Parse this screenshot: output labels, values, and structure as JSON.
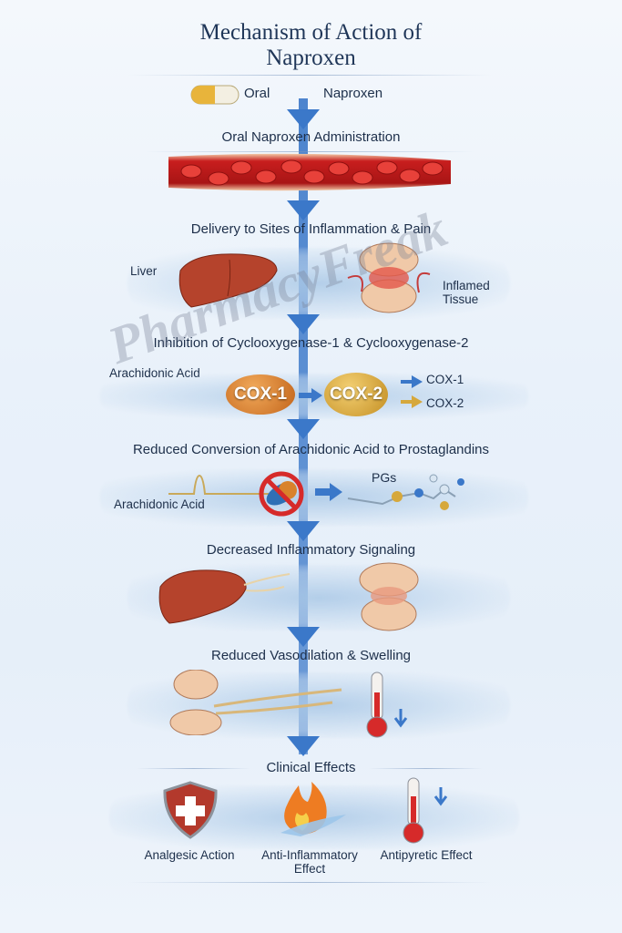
{
  "title_line1": "Mechanism of Action of",
  "title_line2": "Naproxen",
  "top": {
    "oral": "Oral",
    "drug": "Naproxen"
  },
  "steps": [
    "Oral Naproxen Administration",
    "Delivery to Sites of Inflammation & Pain",
    "Inhibition of Cyclooxygenase-1 & Cyclooxygenase-2",
    "Reduced Conversion of Arachidonic Acid to Prostaglandins",
    "Decreased Inflammatory Signaling",
    "Reduced Vasodilation & Swelling",
    "Clinical Effects"
  ],
  "delivery": {
    "liver": "Liver",
    "tissue_line1": "Inflamed",
    "tissue_line2": "Tissue"
  },
  "cox": {
    "source": "Arachidonic Acid",
    "cox1": "COX-1",
    "cox2": "COX-2",
    "legend1": "COX-1",
    "legend2": "COX-2"
  },
  "conversion": {
    "source": "Arachidonic Acid",
    "product": "PGs"
  },
  "effects": [
    {
      "line1": "Analgesic Action",
      "line2": ""
    },
    {
      "line1": "Anti-Inflammatory",
      "line2": "Effect"
    },
    {
      "line1": "Antipyretic Effect",
      "line2": ""
    }
  ],
  "watermark": "PharmacyFreak",
  "colors": {
    "arrow": "#3b78c9",
    "title": "#1f3658",
    "cox1": "#d9822b",
    "cox2": "#d6a83c",
    "blood": "#c81e1e"
  }
}
